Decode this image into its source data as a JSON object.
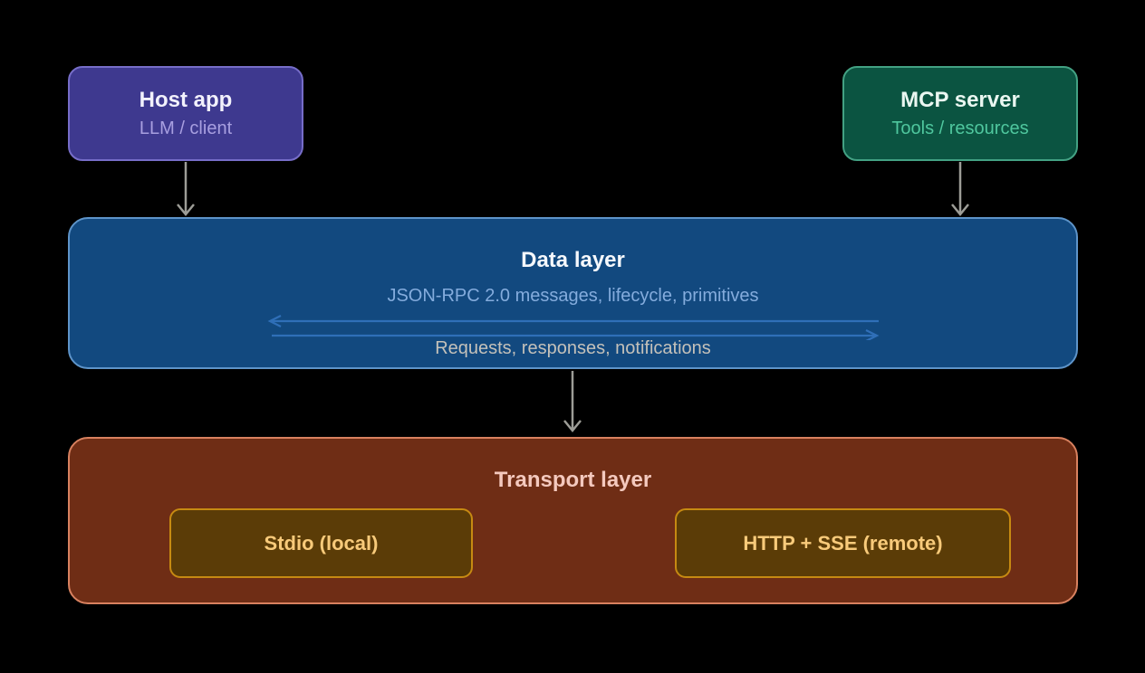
{
  "diagram": {
    "host_app": {
      "title": "Host app",
      "subtitle": "LLM / client",
      "fill": "#3e398f",
      "border": "#766dc8",
      "subtitle_color": "#a89fe0"
    },
    "mcp_server": {
      "title": "MCP server",
      "subtitle": "Tools / resources",
      "fill": "#0b5441",
      "border": "#43a183",
      "subtitle_color": "#4fc79e"
    },
    "data_layer": {
      "title": "Data layer",
      "subtitle": "JSON-RPC 2.0 messages, lifecycle, primitives",
      "channel_label": "Requests, responses, notifications",
      "fill": "#12497f",
      "border": "#5e94c9",
      "subtitle_color": "#84acdd",
      "channel_arrow_color": "#2f6fb8"
    },
    "transport_layer": {
      "title": "Transport layer",
      "fill": "#6f2d15",
      "border": "#d8815f",
      "title_color": "#f4c9be",
      "transports": [
        {
          "label": "Stdio (local)"
        },
        {
          "label": "HTTP + SSE (remote)"
        }
      ],
      "transport_fill": "#5b3c07",
      "transport_border": "#c68a12",
      "transport_text_color": "#f8ca7a"
    },
    "connector_color": "#9d9d97",
    "background_color": "#000000"
  }
}
